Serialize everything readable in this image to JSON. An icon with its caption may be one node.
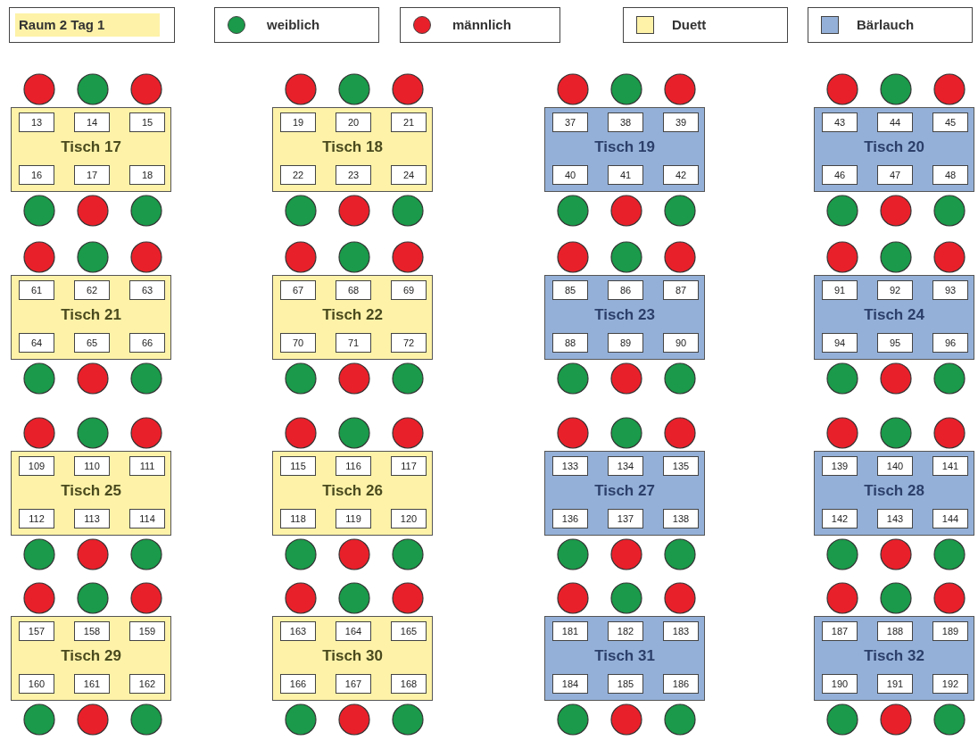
{
  "diagram": {
    "title": "Raum 2 Tag 1",
    "nodes": [
      {
        "text": [],
        "shape": "circle"
      },
      {
        "text": [],
        "shape": "circle"
      },
      {
        "text": [],
        "shape": "circle"
      },
      {
        "text": [
          "Tisch 17"
        ]
      },
      {
        "text": [
          "13"
        ],
        "in": 3
      },
      {
        "text": [
          "14"
        ],
        "in": 3
      },
      {
        "text": [
          "15"
        ],
        "in": 3
      },
      {
        "text": [
          "16"
        ],
        "in": 3
      },
      {
        "text": [
          "17"
        ],
        "in": 3
      },
      {
        "text": [
          "18"
        ],
        "in": 3
      },
      {
        "text": [],
        "shape": "circle"
      },
      {
        "text": [],
        "shape": "circle"
      },
      {
        "text": [],
        "shape": "circle"
      },
      {
        "text": [],
        "shape": "circle"
      },
      {
        "text": [],
        "shape": "circle"
      },
      {
        "text": [],
        "shape": "circle"
      },
      {
        "text": [
          "Tisch 18"
        ]
      },
      {
        "text": [
          "19"
        ],
        "in": 16
      },
      {
        "text": [
          "20"
        ],
        "in": 16
      },
      {
        "text": [
          "21"
        ],
        "in": 16
      },
      {
        "text": [
          "22"
        ],
        "in": 16
      },
      {
        "text": [
          "23"
        ],
        "in": 16
      },
      {
        "text": [
          "24"
        ],
        "in": 16
      },
      {
        "text": [],
        "shape": "circle"
      },
      {
        "text": [],
        "shape": "circle"
      },
      {
        "text": [],
        "shape": "circle"
      },
      {
        "text": [],
        "shape": "circle"
      },
      {
        "text": [],
        "shape": "circle"
      },
      {
        "text": [],
        "shape": "circle"
      },
      {
        "text": [
          "Tisch 19"
        ]
      },
      {
        "text": [
          "37"
        ],
        "in": 29
      },
      {
        "text": [
          "38"
        ],
        "in": 29
      },
      {
        "text": [
          "39"
        ],
        "in": 29
      },
      {
        "text": [
          "40"
        ],
        "in": 29
      },
      {
        "text": [
          "41"
        ],
        "in": 29
      },
      {
        "text": [
          "42"
        ],
        "in": 29
      },
      {
        "text": [],
        "shape": "circle"
      },
      {
        "text": [],
        "shape": "circle"
      },
      {
        "text": [],
        "shape": "circle"
      },
      {
        "text": [],
        "shape": "circle"
      },
      {
        "text": [],
        "shape": "circle"
      },
      {
        "text": [],
        "shape": "circle"
      },
      {
        "text": [
          "Tisch 20"
        ]
      },
      {
        "text": [
          "43"
        ],
        "in": 42
      },
      {
        "text": [
          "44"
        ],
        "in": 42
      },
      {
        "text": [
          "45"
        ],
        "in": 42
      },
      {
        "text": [
          "46"
        ],
        "in": 42
      },
      {
        "text": [
          "47"
        ],
        "in": 42
      },
      {
        "text": [
          "48"
        ],
        "in": 42
      },
      {
        "text": [],
        "shape": "circle"
      },
      {
        "text": [],
        "shape": "circle"
      },
      {
        "text": [],
        "shape": "circle"
      },
      {
        "text": [],
        "shape": "circle"
      },
      {
        "text": [],
        "shape": "circle"
      },
      {
        "text": [],
        "shape": "circle"
      },
      {
        "text": [
          "Tisch 21"
        ]
      },
      {
        "text": [
          "61"
        ],
        "in": 55
      },
      {
        "text": [
          "62"
        ],
        "in": 55
      },
      {
        "text": [
          "63"
        ],
        "in": 55
      },
      {
        "text": [
          "64"
        ],
        "in": 55
      },
      {
        "text": [
          "65"
        ],
        "in": 55
      },
      {
        "text": [
          "66"
        ],
        "in": 55
      },
      {
        "text": [],
        "shape": "circle"
      },
      {
        "text": [],
        "shape": "circle"
      },
      {
        "text": [],
        "shape": "circle"
      },
      {
        "text": [],
        "shape": "circle"
      },
      {
        "text": [],
        "shape": "circle"
      },
      {
        "text": [],
        "shape": "circle"
      },
      {
        "text": [
          "Tisch 22"
        ]
      },
      {
        "text": [
          "67"
        ],
        "in": 68
      },
      {
        "text": [
          "68"
        ],
        "in": 68
      },
      {
        "text": [
          "69"
        ],
        "in": 68
      },
      {
        "text": [
          "70"
        ],
        "in": 68
      },
      {
        "text": [
          "71"
        ],
        "in": 68
      },
      {
        "text": [
          "72"
        ],
        "in": 68
      },
      {
        "text": [],
        "shape": "circle"
      },
      {
        "text": [],
        "shape": "circle"
      },
      {
        "text": [],
        "shape": "circle"
      },
      {
        "text": [],
        "shape": "circle"
      },
      {
        "text": [],
        "shape": "circle"
      },
      {
        "text": [],
        "shape": "circle"
      },
      {
        "text": [
          "Tisch 23"
        ]
      },
      {
        "text": [
          "85"
        ],
        "in": 81
      },
      {
        "text": [
          "86"
        ],
        "in": 81
      },
      {
        "text": [
          "87"
        ],
        "in": 81
      },
      {
        "text": [
          "88"
        ],
        "in": 81
      },
      {
        "text": [
          "89"
        ],
        "in": 81
      },
      {
        "text": [
          "90"
        ],
        "in": 81
      },
      {
        "text": [],
        "shape": "circle"
      },
      {
        "text": [],
        "shape": "circle"
      },
      {
        "text": [],
        "shape": "circle"
      },
      {
        "text": [],
        "shape": "circle"
      },
      {
        "text": [],
        "shape": "circle"
      },
      {
        "text": [],
        "shape": "circle"
      },
      {
        "text": [
          "Tisch 24"
        ]
      },
      {
        "text": [
          "91"
        ],
        "in": 94
      },
      {
        "text": [
          "92"
        ],
        "in": 94
      },
      {
        "text": [
          "93"
        ],
        "in": 94
      },
      {
        "text": [
          "94"
        ],
        "in": 94
      },
      {
        "text": [
          "95"
        ],
        "in": 94
      },
      {
        "text": [
          "96"
        ],
        "in": 94
      },
      {
        "text": [],
        "shape": "circle"
      },
      {
        "text": [],
        "shape": "circle"
      },
      {
        "text": [],
        "shape": "circle"
      },
      {
        "text": [],
        "shape": "circle"
      },
      {
        "text": [],
        "shape": "circle"
      },
      {
        "text": [],
        "shape": "circle"
      },
      {
        "text": [
          "Tisch 25"
        ]
      },
      {
        "text": [
          "109"
        ],
        "in": 107
      },
      {
        "text": [
          "110"
        ],
        "in": 107
      },
      {
        "text": [
          "111"
        ],
        "in": 107
      },
      {
        "text": [
          "112"
        ],
        "in": 107
      },
      {
        "text": [
          "113"
        ],
        "in": 107
      },
      {
        "text": [
          "114"
        ],
        "in": 107
      },
      {
        "text": [],
        "shape": "circle"
      },
      {
        "text": [],
        "shape": "circle"
      },
      {
        "text": [],
        "shape": "circle"
      },
      {
        "text": [],
        "shape": "circle"
      },
      {
        "text": [],
        "shape": "circle"
      },
      {
        "text": [],
        "shape": "circle"
      },
      {
        "text": [
          "Tisch 26"
        ]
      },
      {
        "text": [
          "115"
        ],
        "in": 120
      },
      {
        "text": [
          "116"
        ],
        "in": 120
      },
      {
        "text": [
          "117"
        ],
        "in": 120
      },
      {
        "text": [
          "118"
        ],
        "in": 120
      },
      {
        "text": [
          "119"
        ],
        "in": 120
      },
      {
        "text": [
          "120"
        ],
        "in": 120
      },
      {
        "text": [],
        "shape": "circle"
      },
      {
        "text": [],
        "shape": "circle"
      },
      {
        "text": [],
        "shape": "circle"
      },
      {
        "text": [],
        "shape": "circle"
      },
      {
        "text": [],
        "shape": "circle"
      },
      {
        "text": [],
        "shape": "circle"
      },
      {
        "text": [
          "Tisch 27"
        ]
      },
      {
        "text": [
          "133"
        ],
        "in": 133
      },
      {
        "text": [
          "134"
        ],
        "in": 133
      },
      {
        "text": [
          "135"
        ],
        "in": 133
      },
      {
        "text": [
          "136"
        ],
        "in": 133
      },
      {
        "text": [
          "137"
        ],
        "in": 133
      },
      {
        "text": [
          "138"
        ],
        "in": 133
      },
      {
        "text": [],
        "shape": "circle"
      },
      {
        "text": [],
        "shape": "circle"
      },
      {
        "text": [],
        "shape": "circle"
      },
      {
        "text": [],
        "shape": "circle"
      },
      {
        "text": [],
        "shape": "circle"
      },
      {
        "text": [],
        "shape": "circle"
      },
      {
        "text": [
          "Tisch 28"
        ]
      },
      {
        "text": [
          "139"
        ],
        "in": 146
      },
      {
        "text": [
          "140"
        ],
        "in": 146
      },
      {
        "text": [
          "141"
        ],
        "in": 146
      },
      {
        "text": [
          "142"
        ],
        "in": 146
      },
      {
        "text": [
          "143"
        ],
        "in": 146
      },
      {
        "text": [
          "144"
        ],
        "in": 146
      },
      {
        "text": [],
        "shape": "circle"
      },
      {
        "text": [],
        "shape": "circle"
      },
      {
        "text": [],
        "shape": "circle"
      },
      {
        "text": [],
        "shape": "circle"
      },
      {
        "text": [],
        "shape": "circle"
      },
      {
        "text": [],
        "shape": "circle"
      },
      {
        "text": [
          "Tisch 29"
        ]
      },
      {
        "text": [
          "157"
        ],
        "in": 159
      },
      {
        "text": [
          "158"
        ],
        "in": 159
      },
      {
        "text": [
          "159"
        ],
        "in": 159
      },
      {
        "text": [
          "160"
        ],
        "in": 159
      },
      {
        "text": [
          "161"
        ],
        "in": 159
      },
      {
        "text": [
          "162"
        ],
        "in": 159
      },
      {
        "text": [],
        "shape": "circle"
      },
      {
        "text": [],
        "shape": "circle"
      },
      {
        "text": [],
        "shape": "circle"
      },
      {
        "text": [],
        "shape": "circle"
      },
      {
        "text": [],
        "shape": "circle"
      },
      {
        "text": [],
        "shape": "circle"
      },
      {
        "text": [
          "Tisch 30"
        ]
      },
      {
        "text": [
          "163"
        ],
        "in": 172
      },
      {
        "text": [
          "164"
        ],
        "in": 172
      },
      {
        "text": [
          "165"
        ],
        "in": 172
      },
      {
        "text": [
          "166"
        ],
        "in": 172
      },
      {
        "text": [
          "167"
        ],
        "in": 172
      },
      {
        "text": [
          "168"
        ],
        "in": 172
      },
      {
        "text": [],
        "shape": "circle"
      },
      {
        "text": [],
        "shape": "circle"
      },
      {
        "text": [],
        "shape": "circle"
      },
      {
        "text": [],
        "shape": "circle"
      },
      {
        "text": [],
        "shape": "circle"
      },
      {
        "text": [],
        "shape": "circle"
      },
      {
        "text": [
          "Tisch 31"
        ]
      },
      {
        "text": [
          "181"
        ],
        "in": 185
      },
      {
        "text": [
          "182"
        ],
        "in": 185
      },
      {
        "text": [
          "183"
        ],
        "in": 185
      },
      {
        "text": [
          "184"
        ],
        "in": 185
      },
      {
        "text": [
          "185"
        ],
        "in": 185
      },
      {
        "text": [
          "186"
        ],
        "in": 185
      },
      {
        "text": [],
        "shape": "circle"
      },
      {
        "text": [],
        "shape": "circle"
      },
      {
        "text": [],
        "shape": "circle"
      },
      {
        "text": [],
        "shape": "circle"
      },
      {
        "text": [],
        "shape": "circle"
      },
      {
        "text": [],
        "shape": "circle"
      },
      {
        "text": [
          "Tisch 32"
        ]
      },
      {
        "text": [
          "187"
        ],
        "in": 198
      },
      {
        "text": [
          "188"
        ],
        "in": 198
      },
      {
        "text": [
          "189"
        ],
        "in": 198
      },
      {
        "text": [
          "190"
        ],
        "in": 198
      },
      {
        "text": [
          "191"
        ],
        "in": 198
      },
      {
        "text": [
          "192"
        ],
        "in": 198
      },
      {
        "text": [],
        "shape": "circle"
      },
      {
        "text": [],
        "shape": "circle"
      },
      {
        "text": [],
        "shape": "circle"
      }
    ],
    "edges": [],
    "legend": [
      {
        "text": "weiblich",
        "color": "#1a9a4a"
      },
      {
        "text": "männlich",
        "color": "#e8202a"
      },
      {
        "text": "Duett",
        "color": "#fdf2a8"
      },
      {
        "text": "Bärlauch",
        "color": "#94b0d8"
      }
    ]
  }
}
